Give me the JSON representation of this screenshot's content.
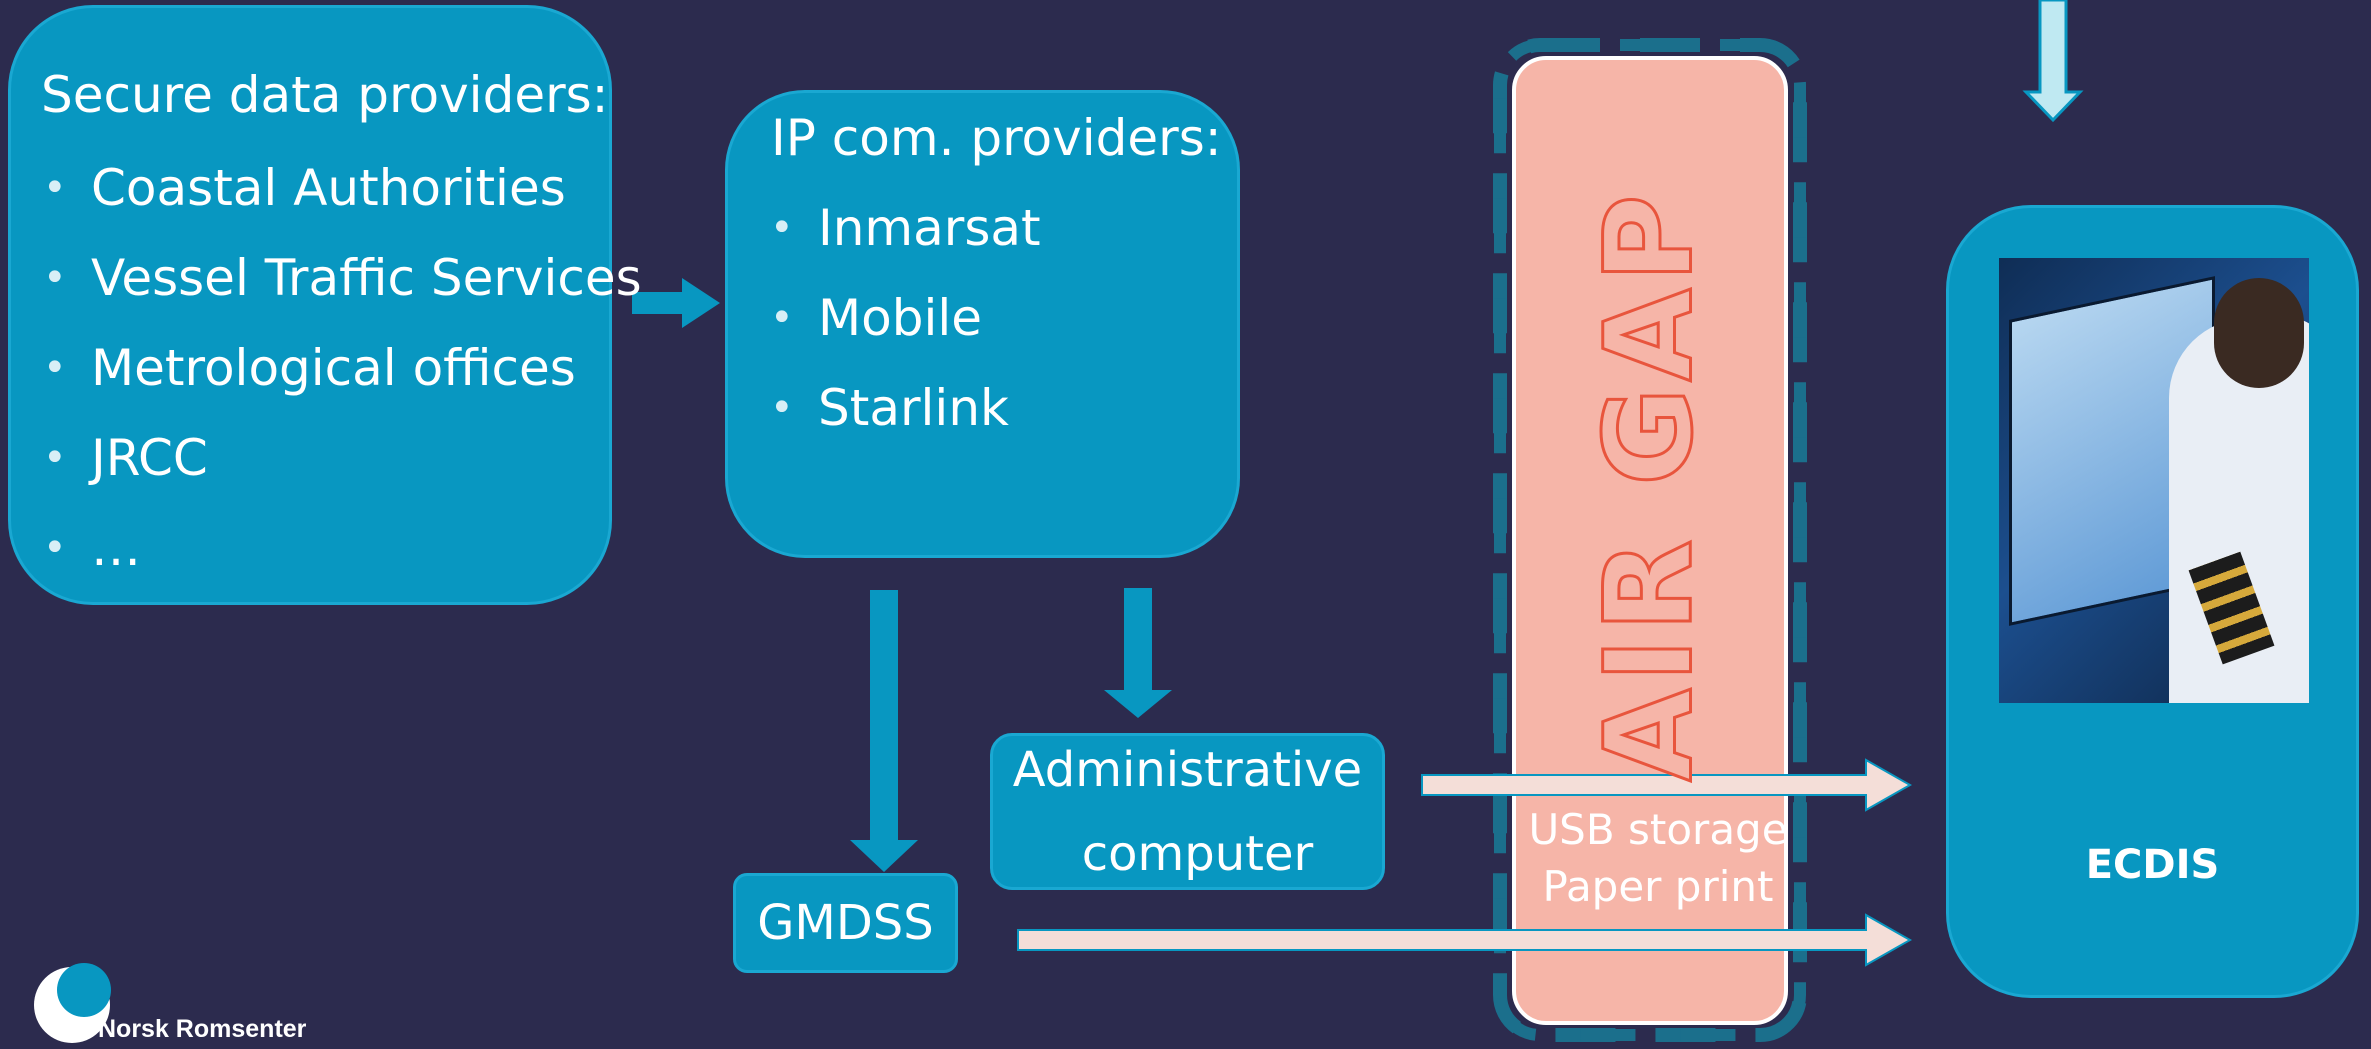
{
  "secure_providers": {
    "title": "Secure data providers:",
    "items": [
      "Coastal Authorities",
      "Vessel Traffic Services",
      "Metrological offices",
      "JRCC",
      "…"
    ]
  },
  "ip_providers": {
    "title": "IP com. providers:",
    "items": [
      "Inmarsat",
      "Mobile",
      "Starlink"
    ]
  },
  "admin_computer": {
    "line1": "Administrative",
    "line2": "computer"
  },
  "gmdss": {
    "label": "GMDSS"
  },
  "air_gap": {
    "label": "AIR GAP",
    "note_line1": "USB storage",
    "note_line2": "Paper print"
  },
  "ecdis": {
    "label": "ECDIS"
  },
  "logo": {
    "text": "Norsk Romsenter"
  },
  "colors": {
    "background": "#2c2b4e",
    "box_fill": "#0897c1",
    "air_gap_fill": "#f6b5a8",
    "air_gap_text": "#e8553d",
    "air_gap_dash": "#1b6f8c",
    "arrow_light": "#f4ded8",
    "arrow_blue": "#0897c1"
  },
  "icons": [
    "bridge-photo",
    "norsk-romsenter-logo"
  ]
}
